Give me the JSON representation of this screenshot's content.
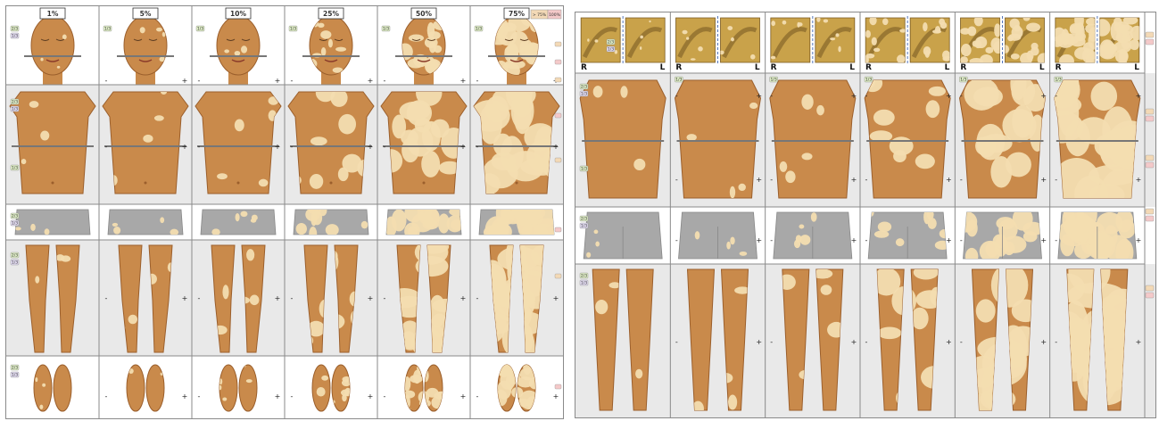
{
  "front": {
    "columns": [
      "1%",
      "5%",
      "10%",
      "25%",
      "50%",
      "75%"
    ],
    "extra_labels": [
      "> 75%",
      "100%"
    ],
    "rows": [
      "head",
      "trunk",
      "pelvis",
      "legs",
      "feet"
    ],
    "depig_fraction": [
      0.01,
      0.05,
      0.1,
      0.25,
      0.5,
      0.75
    ],
    "tag_text": [
      "2/3",
      "1/3"
    ],
    "signs": [
      "+",
      "-"
    ]
  },
  "back": {
    "columns": 6,
    "depig_fraction": [
      0.01,
      0.05,
      0.1,
      0.25,
      0.5,
      0.75
    ],
    "rows": [
      "hands",
      "back",
      "buttocks",
      "legs"
    ],
    "side_labels": [
      "R",
      "L"
    ],
    "tag_text": [
      "2/3",
      "1/3"
    ],
    "signs": [
      "+",
      "-"
    ]
  },
  "colors": {
    "skin": "#c98a4b",
    "skin_dark": "#9b5f2c",
    "patch": "#f3ddb0",
    "gray_shorts": "#a8a8a8",
    "grid_line": "#8a8a8a",
    "row_band": "#e9e9e9",
    "tag_green": "#dfeec6",
    "tag_purple": "#e3dcf2",
    "tag_pink": "#f4c9c9",
    "tag_tan": "#f3d9b6"
  }
}
